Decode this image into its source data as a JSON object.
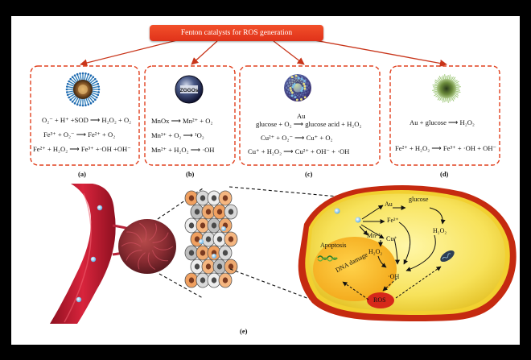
{
  "title": "Fenton catalysts for ROS generation",
  "panels": [
    {
      "label": "(a)",
      "lines": [
        "O₂⁻ + H⁺ +SOD ⟶ H₂O₂ + O₂",
        "Fe³⁺ + O₂⁻ ⟶ Fe²⁺ + O₂",
        "Fe²⁺ + H₂O₂ ⟶ Fe³⁺ +·OH +OH⁻"
      ]
    },
    {
      "label": "(b)",
      "badge": "ZGGOs",
      "lines": [
        "MnOx ⟶ Mn²⁺ + O₂",
        "Mn³⁺ + O₂ ⟶ ¹O₂",
        "Mn²⁺ + H₂O₂ ⟶ ·OH"
      ]
    },
    {
      "label": "(c)",
      "catalyst": "Au",
      "lines": [
        "glucose + O₂ ⟶ glucose acid + H₂O₂",
        "Cu²⁺ + O₂⁻ ⟶ Cu⁺ + O₂",
        "Cu⁺ + H₂O₂ ⟶ Cu²⁺ + OH⁻ + ·OH"
      ]
    },
    {
      "label": "(d)",
      "lines": [
        "Au + glucose ⟶ H₂O₂",
        "Fe²⁺ + H₂O₂ ⟶ Fe³⁺ + ·OH + OH⁻"
      ]
    }
  ],
  "cell": {
    "label": "(e)",
    "au": "Au",
    "glucose": "glucose",
    "fe": "Fe²⁺",
    "h2o2_right": "H₂O₂",
    "cu": "Cu⁺",
    "mn": "Mn²⁺",
    "h2o2_mid": "H₂O₂",
    "oh": "·OH",
    "apoptosis": "Apoptosis",
    "dna": "DNA damage",
    "ros": "ROS"
  }
}
